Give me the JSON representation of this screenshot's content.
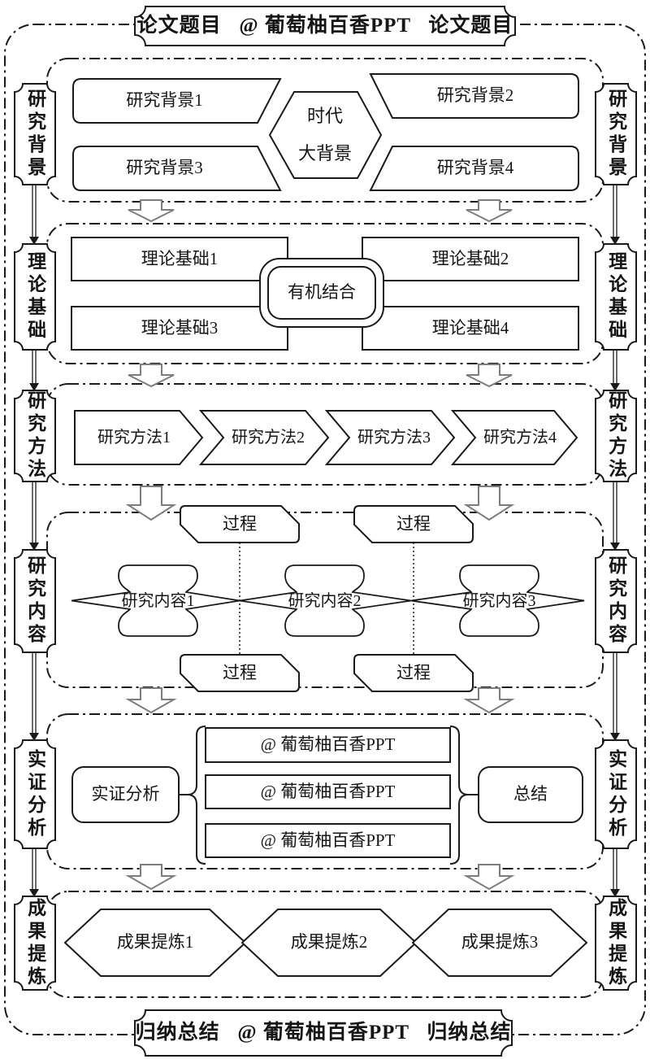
{
  "page": {
    "title_banner": "论文题目   @ 葡萄柚百香PPT   论文题目",
    "bottom_banner": "归纳总结   @ 葡萄柚百香PPT   归纳总结"
  },
  "colors": {
    "stroke": "#1a1a1a",
    "arrow_outline": "#7d7d7d",
    "background": "#ffffff"
  },
  "sections": [
    {
      "side_label": "研究背景",
      "items": [
        "研究背景1",
        "研究背景2",
        "研究背景3",
        "研究背景4"
      ],
      "center_line1": "时代",
      "center_line2": "大背景"
    },
    {
      "side_label": "理论基础",
      "items": [
        "理论基础1",
        "理论基础2",
        "理论基础3",
        "理论基础4"
      ],
      "center": "有机结合"
    },
    {
      "side_label": "研究方法",
      "items": [
        "研究方法1",
        "研究方法2",
        "研究方法3",
        "研究方法4"
      ]
    },
    {
      "side_label": "研究内容",
      "process_label": "过程",
      "items": [
        "研究内容1",
        "研究内容2",
        "研究内容3"
      ]
    },
    {
      "side_label": "实证分析",
      "analysis_label": "实证分析",
      "ppt_items": [
        "@ 葡萄柚百香PPT",
        "@ 葡萄柚百香PPT",
        "@ 葡萄柚百香PPT"
      ],
      "summary_label": "总结"
    },
    {
      "side_label": "成果提炼",
      "items": [
        "成果提炼1",
        "成果提炼2",
        "成果提炼3"
      ]
    }
  ]
}
